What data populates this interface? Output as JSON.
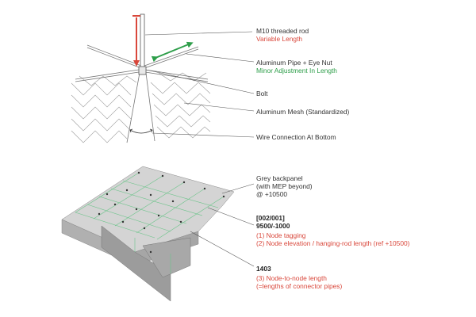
{
  "colors": {
    "red": "#d9473b",
    "green": "#2e9e4a",
    "line": "#555555",
    "mesh": "#9a9a9a",
    "panel_top": "#d4d4d4",
    "panel_side": "#9c9c9c",
    "node_line": "#6cc48a"
  },
  "top_labels": {
    "rod_title": "M10 threaded rod",
    "rod_sub": "Variable Length",
    "pipe_title": "Aluminum Pipe + Eye Nut",
    "pipe_sub": "Minor Adjustment In Length",
    "bolt": "Bolt",
    "mesh": "Aluminum Mesh (Standardized)",
    "wire": "Wire Connection At Bottom"
  },
  "bottom_labels": {
    "backpanel_1": "Grey backpanel",
    "backpanel_2": "(with MEP beyond)",
    "backpanel_3": "@ +10500",
    "tag": "[002/001]",
    "elev": "9500/-1000",
    "note1": "(1) Node tagging",
    "note2": "(2) Node elevation / hanging-rod length (ref +10500)",
    "length": "1403",
    "note3": "(3) Node-to-node length",
    "note3b": "(=lengths of connector pipes)"
  }
}
